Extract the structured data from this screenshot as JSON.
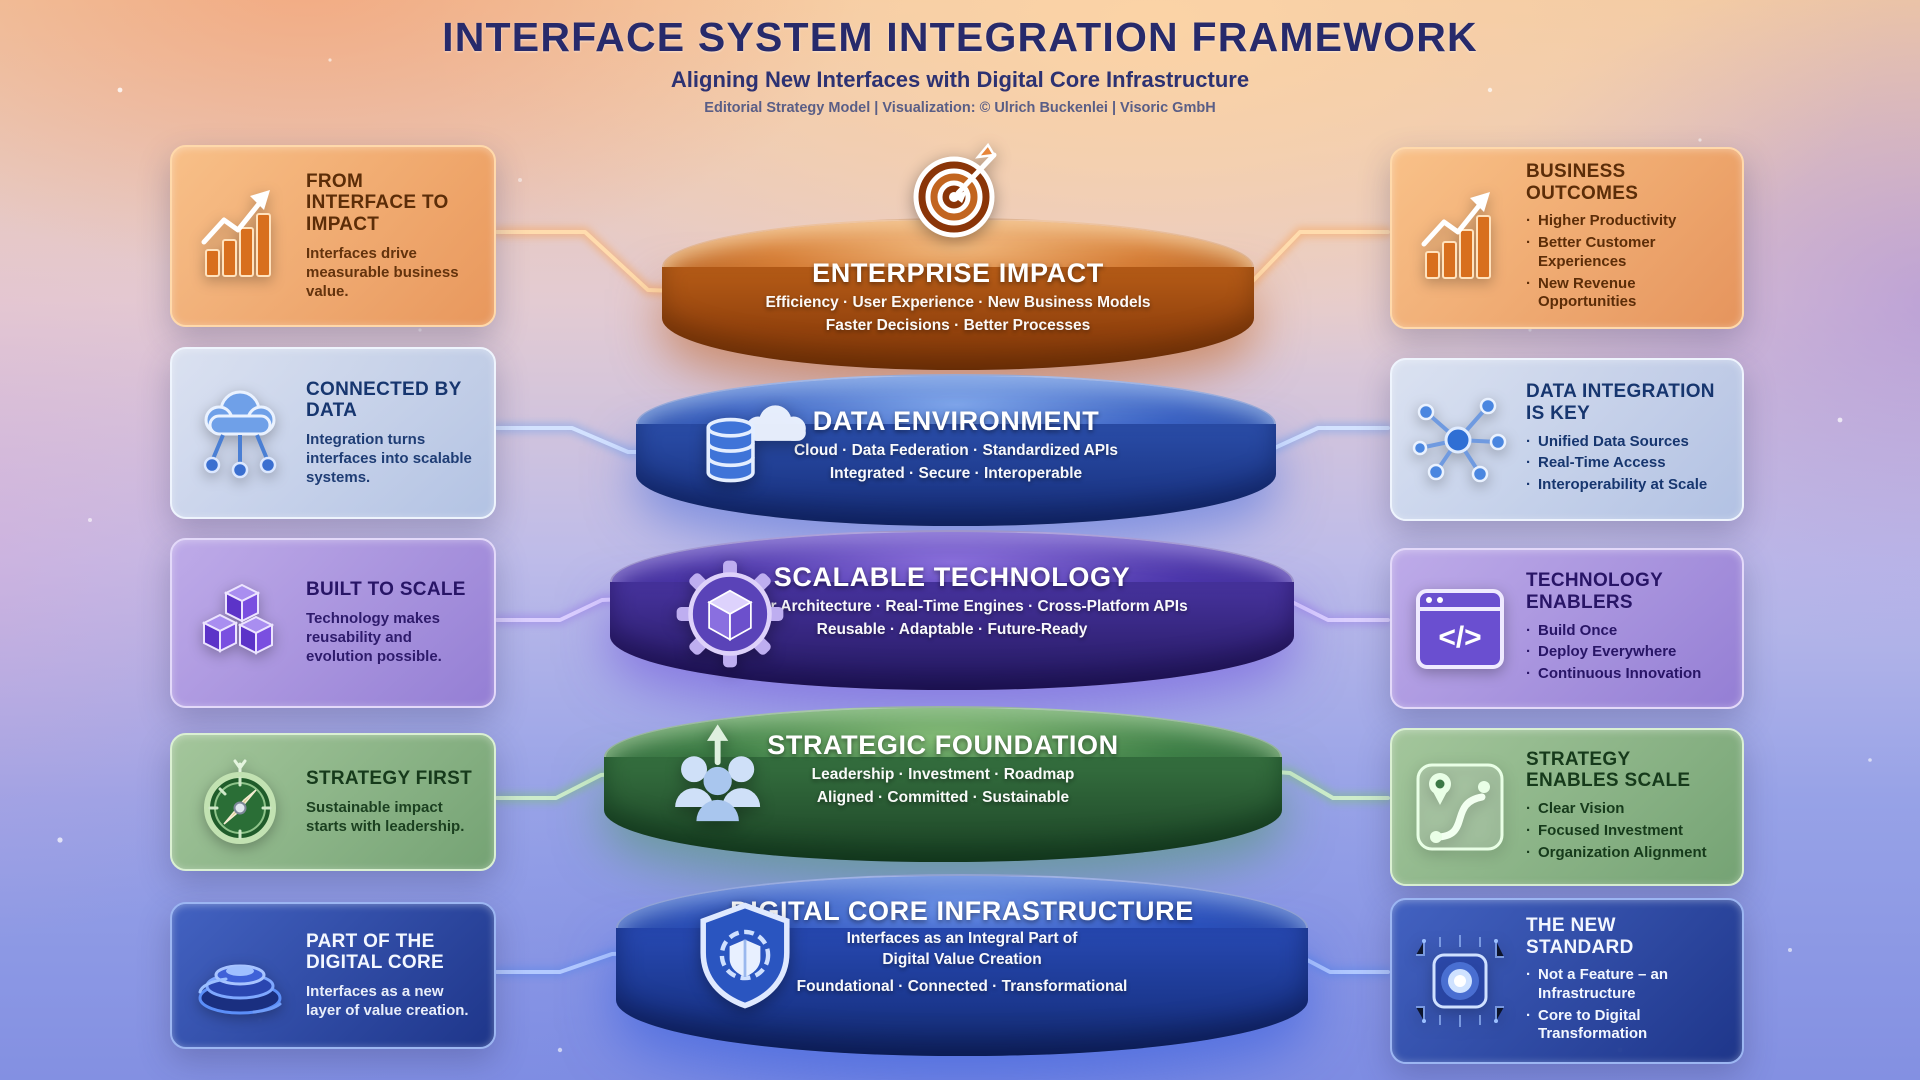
{
  "header": {
    "title": "INTERFACE SYSTEM INTEGRATION FRAMEWORK",
    "subtitle": "Aligning New Interfaces with Digital Core Infrastructure",
    "credit": "Editorial Strategy Model  |  Visualization: © Ulrich Buckenlei  |  Visoric GmbH"
  },
  "stack": {
    "layers": [
      {
        "name": "enterprise-impact",
        "title": "ENTERPRISE IMPACT",
        "line1": "Efficiency  ·  User Experience  ·  New Business Models",
        "line2": "Faster Decisions  ·  Better Processes",
        "icon": "target-icon",
        "accent": "#b65c17"
      },
      {
        "name": "data-environment",
        "title": "DATA ENVIRONMENT",
        "line1": "Cloud  ·  Data Federation  ·  Standardized APIs",
        "line2": "Integrated  ·  Secure  ·  Interoperable",
        "icon": "database-cloud-icon",
        "accent": "#2a4da8"
      },
      {
        "name": "scalable-technology",
        "title": "SCALABLE TECHNOLOGY",
        "line1": "Modular Architecture  ·  Real-Time Engines  ·  Cross-Platform APIs",
        "line2": "Reusable  ·  Adaptable  ·  Future-Ready",
        "icon": "gear-cube-icon",
        "accent": "#47339e"
      },
      {
        "name": "strategic-foundation",
        "title": "STRATEGIC FOUNDATION",
        "line1": "Leadership  ·  Investment  ·  Roadmap",
        "line2": "Aligned  ·  Committed  ·  Sustainable",
        "icon": "team-growth-icon",
        "accent": "#35703f"
      },
      {
        "name": "digital-core-infrastructure",
        "title": "DIGITAL CORE INFRASTRUCTURE",
        "line1": "Interfaces as an Integral Part of",
        "line2": "Digital Value Creation",
        "line3": "Foundational  ·  Connected  ·  Transformational",
        "icon": "shield-icon",
        "accent": "#2749b2"
      }
    ]
  },
  "left_cards": [
    {
      "title": "FROM INTERFACE TO IMPACT",
      "body": "Interfaces drive measurable business value.",
      "icon": "bar-chart-growth-icon"
    },
    {
      "title": "CONNECTED BY DATA",
      "body": "Integration turns interfaces into scalable systems.",
      "icon": "cloud-nodes-icon"
    },
    {
      "title": "BUILT TO SCALE",
      "body": "Technology makes reusability and evolution possible.",
      "icon": "cubes-icon"
    },
    {
      "title": "STRATEGY FIRST",
      "body": "Sustainable impact starts with leadership.",
      "icon": "compass-icon"
    },
    {
      "title": "PART OF THE DIGITAL CORE",
      "body": "Interfaces as a new layer of value creation.",
      "icon": "core-layer-icon"
    }
  ],
  "right_cards": [
    {
      "title": "BUSINESS OUTCOMES",
      "bullets": [
        "Higher Productivity",
        "Better Customer Experiences",
        "New Revenue Opportunities"
      ],
      "icon": "bar-chart-growth-icon"
    },
    {
      "title": "DATA INTEGRATION IS KEY",
      "bullets": [
        "Unified Data Sources",
        "Real-Time Access",
        "Interoperability at Scale"
      ],
      "icon": "network-nodes-icon"
    },
    {
      "title": "TECHNOLOGY ENABLERS",
      "bullets": [
        "Build Once",
        "Deploy Everywhere",
        "Continuous Innovation"
      ],
      "icon": "code-window-icon"
    },
    {
      "title": "STRATEGY ENABLES SCALE",
      "bullets": [
        "Clear Vision",
        "Focused Investment",
        "Organization Alignment"
      ],
      "icon": "route-pins-icon"
    },
    {
      "title": "THE NEW STANDARD",
      "bullets": [
        "Not a Feature – an Infrastructure",
        "Core to Digital Transformation"
      ],
      "icon": "chip-icon"
    }
  ]
}
